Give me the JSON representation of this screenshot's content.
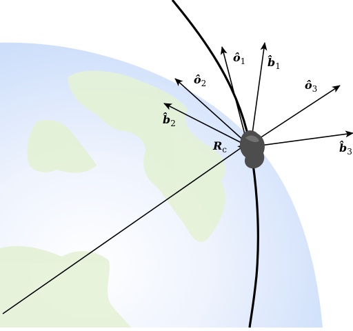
{
  "colors": {
    "earth_edge": "#cfe0fb",
    "earth_center": "#ffffff",
    "earth_mid": "#e7effd",
    "continent": "#e6f4d9",
    "satellite": "#555555",
    "ink": "#000000"
  },
  "labels": {
    "o1": {
      "base": "ô",
      "sub": "1"
    },
    "b1": {
      "base": "b̂",
      "sub": "1"
    },
    "o2": {
      "base": "ô",
      "sub": "2"
    },
    "b2": {
      "base": "b̂",
      "sub": "2"
    },
    "o3": {
      "base": "ô",
      "sub": "3"
    },
    "b3": {
      "base": "b̂",
      "sub": "3"
    },
    "rc": {
      "base": "R",
      "sub": "c"
    }
  },
  "icons": {
    "satellite": "satellite-icon",
    "earth": "earth-globe"
  }
}
